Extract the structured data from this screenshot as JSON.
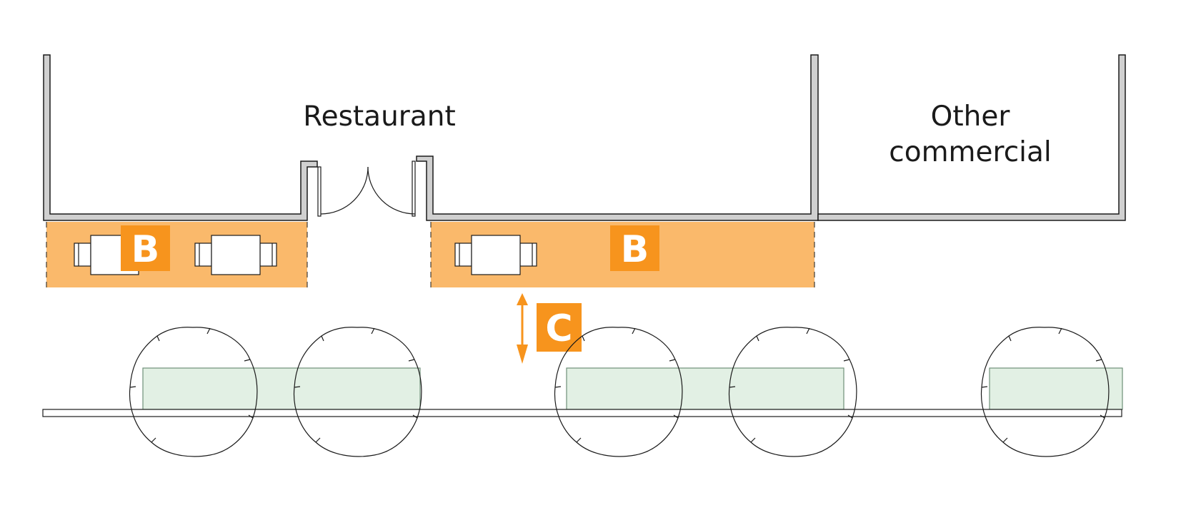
{
  "labels": {
    "restaurant": "Restaurant",
    "other_line1": "Other",
    "other_line2": "commercial"
  },
  "badges": {
    "seating_left": "B",
    "seating_right": "B",
    "clearance": "C"
  },
  "colors": {
    "wall_fill": "#d0d0d0",
    "wall_stroke": "#1a1a1a",
    "seating_zone": "#fab96b",
    "badge": "#f7941d",
    "planter": "#e2f0e4",
    "planter_stroke": "#6f8f78",
    "outline": "#1a1a1a"
  }
}
